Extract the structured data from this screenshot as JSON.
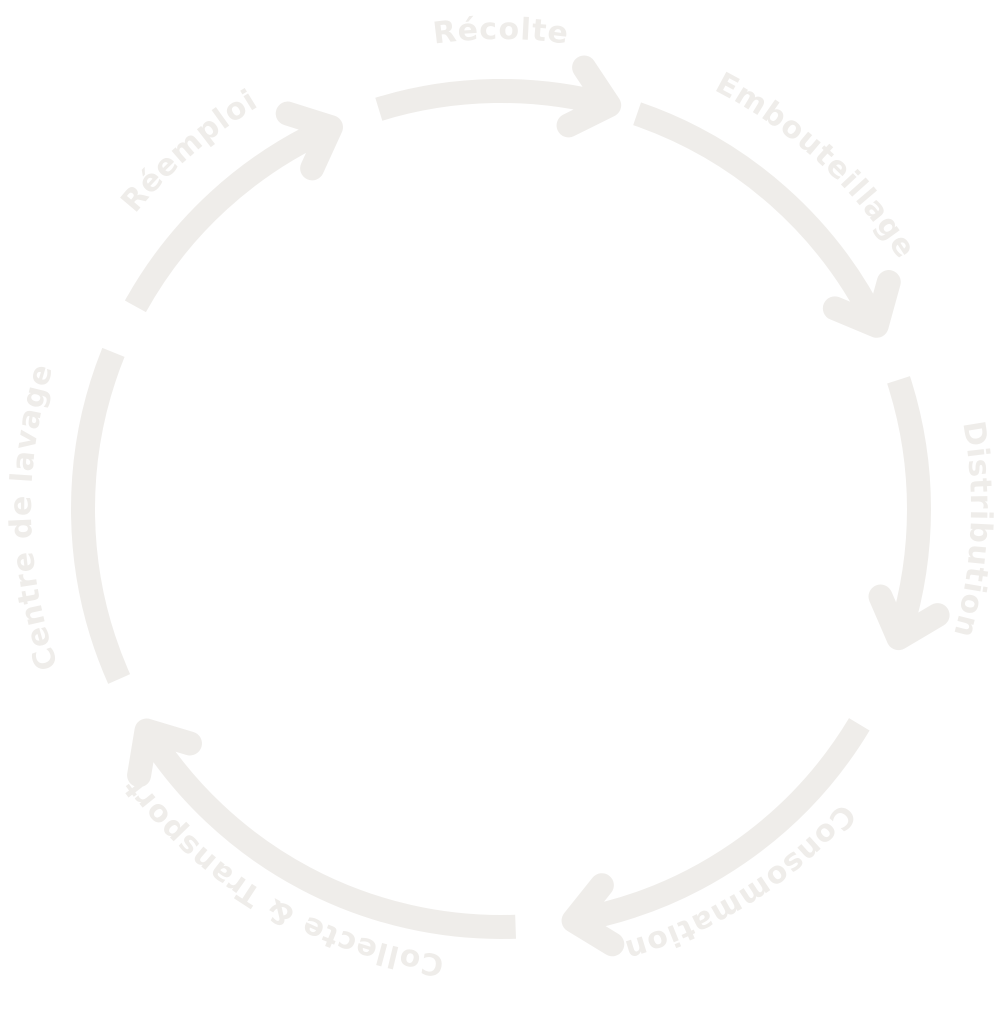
{
  "diagram": {
    "colors": {
      "ring": "#EFEDEA",
      "background": "#FFFFFF"
    },
    "steps": [
      {
        "id": "recolte",
        "label": "Récolte",
        "has_arrowhead": true
      },
      {
        "id": "embouteillage",
        "label": "Embouteillage",
        "has_arrowhead": true
      },
      {
        "id": "distribution",
        "label": "Distribution",
        "has_arrowhead": true
      },
      {
        "id": "consommation",
        "label": "Consommation",
        "has_arrowhead": true
      },
      {
        "id": "collecte",
        "label": "Collecte & Transport",
        "has_arrowhead": true
      },
      {
        "id": "lavage",
        "label": "Centre de lavage",
        "has_arrowhead": false
      },
      {
        "id": "reemploi",
        "label": "Réemploi",
        "has_arrowhead": true
      }
    ],
    "direction": "clockwise"
  }
}
